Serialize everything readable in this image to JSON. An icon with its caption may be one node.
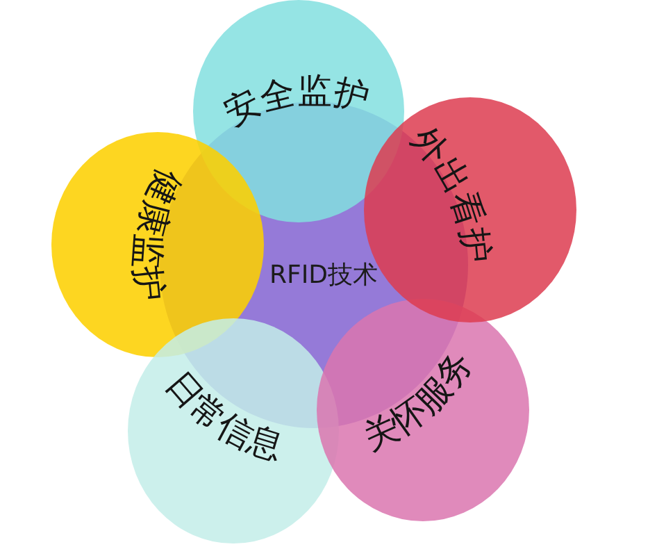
{
  "diagram": {
    "nodes": [
      {
        "text": [
          "RFID技术"
        ]
      },
      {
        "text": [
          "安全监护"
        ]
      },
      {
        "text": [
          "外出看护"
        ]
      },
      {
        "text": [
          "关怀服务"
        ]
      },
      {
        "text": [
          "日常信息"
        ]
      },
      {
        "text": [
          "健康监护"
        ]
      }
    ]
  }
}
